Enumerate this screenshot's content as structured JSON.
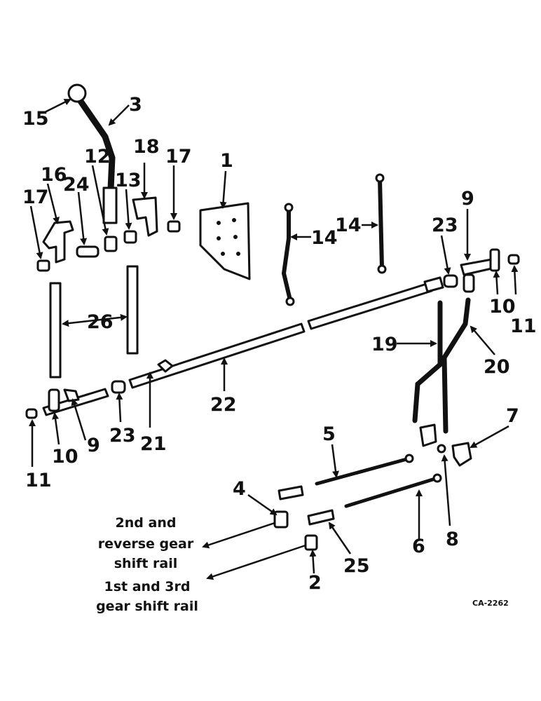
{
  "labels": {
    "l1": "1",
    "l2": "2",
    "l3": "3",
    "l4": "4",
    "l5": "5",
    "l6": "6",
    "l7": "7",
    "l8": "8",
    "l9a": "9",
    "l9b": "9",
    "l10a": "10",
    "l10b": "10",
    "l11a": "11",
    "l11b": "11",
    "l12": "12",
    "l13": "13",
    "l14a": "14",
    "l14b": "14",
    "l15": "15",
    "l16": "16",
    "l17a": "17",
    "l17b": "17",
    "l18": "18",
    "l19": "19",
    "l20": "20",
    "l21": "21",
    "l22": "22",
    "l23a": "23",
    "l23b": "23",
    "l24": "24",
    "l25": "25",
    "l26": "26"
  },
  "captions": {
    "rail_2nd_line1": "2nd and",
    "rail_2nd_line2": "reverse gear",
    "rail_2nd_line3": "shift rail",
    "rail_1st_line1": "1st and 3rd",
    "rail_1st_line2": "gear shift rail"
  },
  "drawing_code": "CA-2262"
}
